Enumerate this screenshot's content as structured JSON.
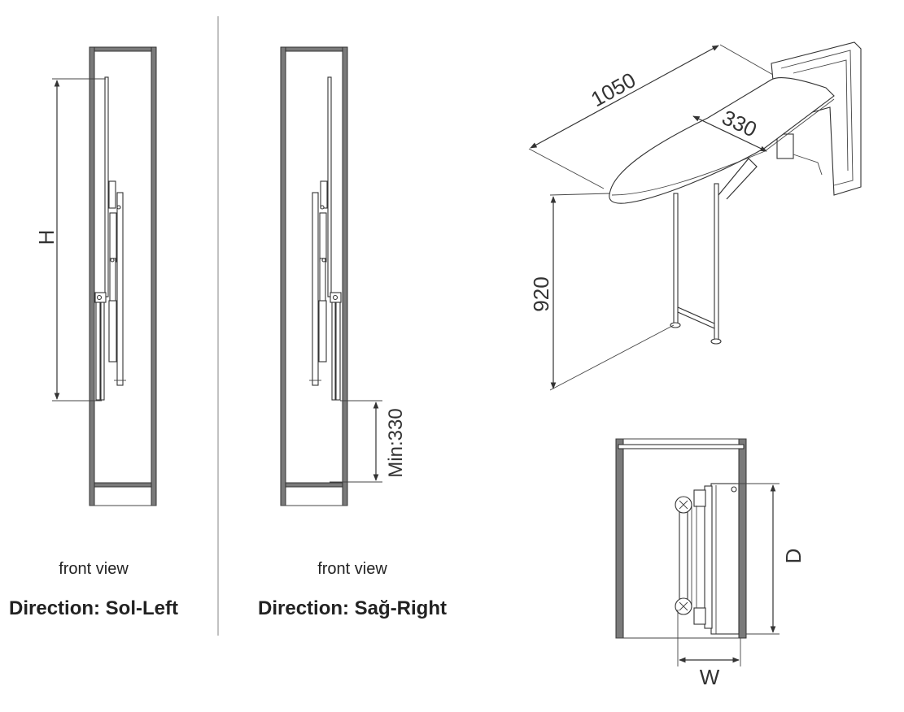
{
  "left_view": {
    "dimension_label": "H",
    "caption": "front view",
    "direction": "Direction: Sol-Left"
  },
  "right_view": {
    "dimension_label": "Min:330",
    "caption": "front view",
    "direction": "Direction: Sağ-Right"
  },
  "iso_view": {
    "length": "1050",
    "width": "330",
    "height": "920"
  },
  "plan_view": {
    "depth_label": "D",
    "width_label": "W"
  }
}
